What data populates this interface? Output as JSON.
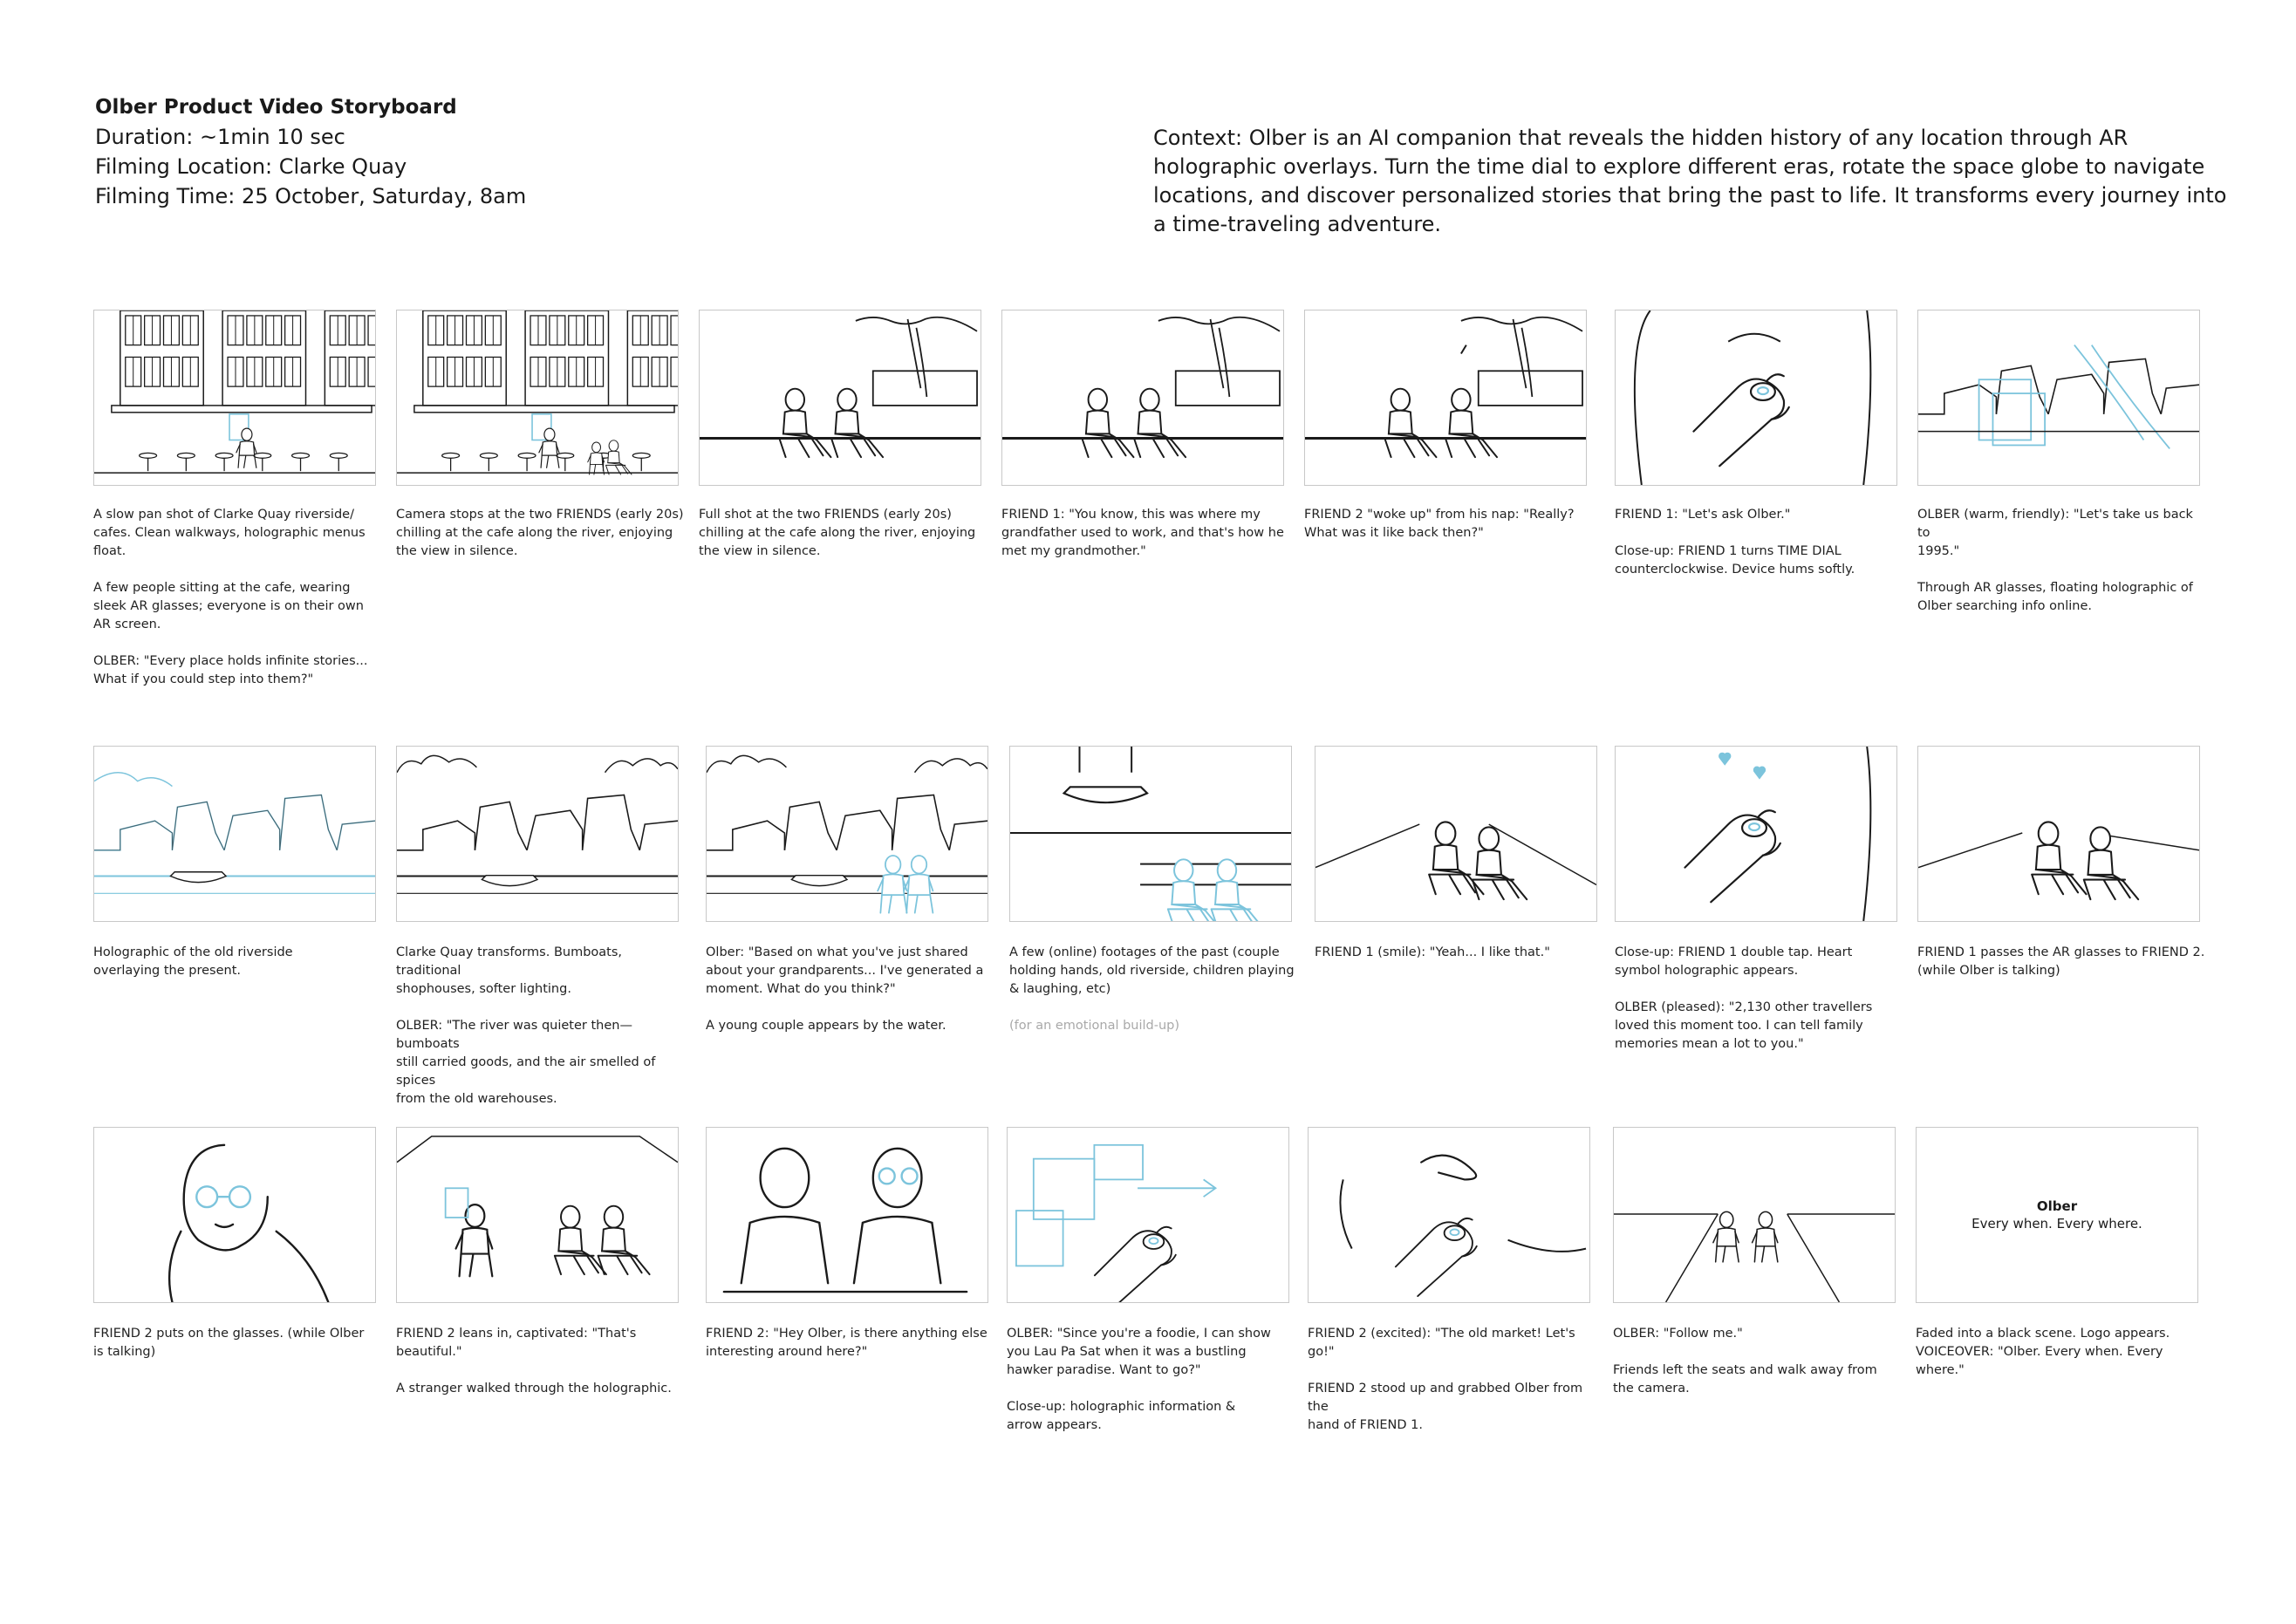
{
  "header": {
    "title": "Olber Product Video Storyboard",
    "duration": "Duration: ~1min 10 sec",
    "location": "Filming Location: Clarke Quay",
    "time": "Filming Time: 25 October, Saturday, 8am"
  },
  "context": "Context: Olber is an AI companion that reveals the hidden history of any location through AR holographic overlays. Turn the time dial to explore different eras, rotate the space globe to navigate locations, and discover personalized stories that bring the past to life. It transforms every journey into a time-traveling adventure.",
  "colors": {
    "sketch": "#1a1a1a",
    "hologram": "#7cc4dc",
    "border": "#c8c8c8",
    "note": "#a9a9a9"
  },
  "scenes": [
    {
      "sketch": "building-pan",
      "caption": [
        "A slow pan shot of Clarke Quay riverside/",
        "cafes. Clean walkways, holographic menus",
        "float.",
        "",
        "A few people sitting at the cafe, wearing",
        "sleek AR glasses; everyone is on their own",
        "AR screen.",
        "",
        "OLBER: \"Every place holds infinite stories...",
        "What if you could step into them?\""
      ]
    },
    {
      "sketch": "building-stop",
      "caption": [
        "Camera stops at the two FRIENDS (early 20s)",
        "chilling at the cafe along the river, enjoying",
        "the view in silence."
      ]
    },
    {
      "sketch": "friends-sitting",
      "caption": [
        "Full shot at the two FRIENDS (early 20s)",
        "chilling at the cafe along the river, enjoying",
        "the view in silence."
      ]
    },
    {
      "sketch": "friends-sitting",
      "caption": [
        "FRIEND 1: \"You know, this was where my",
        "grandfather used to work, and that's how he",
        "met my grandmother.\""
      ]
    },
    {
      "sketch": "friends-awake",
      "caption": [
        "FRIEND 2 \"woke up\" from his nap: \"Really?",
        "What was it like back then?\""
      ]
    },
    {
      "sketch": "hand-dial",
      "caption": [
        "FRIEND 1: \"Let's ask Olber.\"",
        "",
        "Close-up: FRIEND 1 turns TIME DIAL",
        "counterclockwise. Device hums softly."
      ]
    },
    {
      "sketch": "holo-city",
      "caption": [
        "OLBER (warm, friendly): \"Let's take us back to",
        "1995.\"",
        "",
        "Through AR glasses, floating holographic of",
        "Olber searching info online."
      ]
    },
    {
      "sketch": "holo-riverside",
      "caption": [
        "Holographic of the old riverside",
        "overlaying the present."
      ]
    },
    {
      "sketch": "old-quay",
      "caption": [
        "Clarke Quay transforms. Bumboats, traditional",
        "shophouses, softer lighting.",
        "",
        "OLBER: \"The river was quieter then—bumboats",
        "still carried goods, and the air smelled of spices",
        "from the old warehouses."
      ]
    },
    {
      "sketch": "old-quay-couple",
      "caption": [
        "Olber: \"Based on what you've just shared",
        "about your grandparents... I've generated a",
        "moment. What do you think?\"",
        "",
        "A young couple appears by the water."
      ]
    },
    {
      "sketch": "boat-footage",
      "caption": [
        "A few (online) footages of the past (couple",
        "holding hands, old riverside, children playing",
        "& laughing, etc)"
      ],
      "note": "(for an emotional build-up)"
    },
    {
      "sketch": "friends-angle",
      "caption": [
        "FRIEND 1 (smile): \"Yeah... I like that.\""
      ]
    },
    {
      "sketch": "hand-heart",
      "caption": [
        "Close-up: FRIEND 1 double tap. Heart",
        "symbol holographic appears.",
        "",
        "OLBER (pleased): \"2,130 other travellers",
        "loved this moment too. I can tell family",
        "memories mean a lot to you.\""
      ]
    },
    {
      "sketch": "friends-pass",
      "caption": [
        "FRIEND 1 passes the AR glasses to FRIEND 2.",
        "(while Olber is talking)"
      ]
    },
    {
      "sketch": "glasses-closeup",
      "caption": [
        "FRIEND 2 puts on the glasses. (while Olber",
        "is talking)"
      ]
    },
    {
      "sketch": "stranger-holo",
      "caption": [
        "FRIEND 2 leans in, captivated: \"That's",
        "beautiful.\"",
        "",
        "A stranger walked through the holographic."
      ]
    },
    {
      "sketch": "two-heads",
      "caption": [
        "FRIEND 2: \"Hey Olber, is there anything else",
        "interesting around here?\""
      ]
    },
    {
      "sketch": "hand-holo-info",
      "caption": [
        "OLBER: \"Since you're a foodie, I can show",
        "you Lau Pa Sat when it was a bustling",
        "hawker paradise. Want to go?\"",
        "",
        "Close-up: holographic information &",
        "arrow appears."
      ]
    },
    {
      "sketch": "hand-grab",
      "caption": [
        "FRIEND 2 (excited): \"The old market! Let's go!\"",
        "",
        "FRIEND 2 stood up and grabbed Olber from the",
        "hand of FRIEND 1."
      ]
    },
    {
      "sketch": "walk-away",
      "caption": [
        "OLBER: \"Follow me.\"",
        "",
        "Friends left the seats and walk away from",
        "the camera."
      ]
    },
    {
      "sketch": "end-card",
      "logo": "Olber",
      "tagline": "Every when. Every where.",
      "caption": [
        "Faded into a black scene. Logo appears.",
        "VOICEOVER: \"Olber. Every when. Every where.\""
      ]
    }
  ]
}
